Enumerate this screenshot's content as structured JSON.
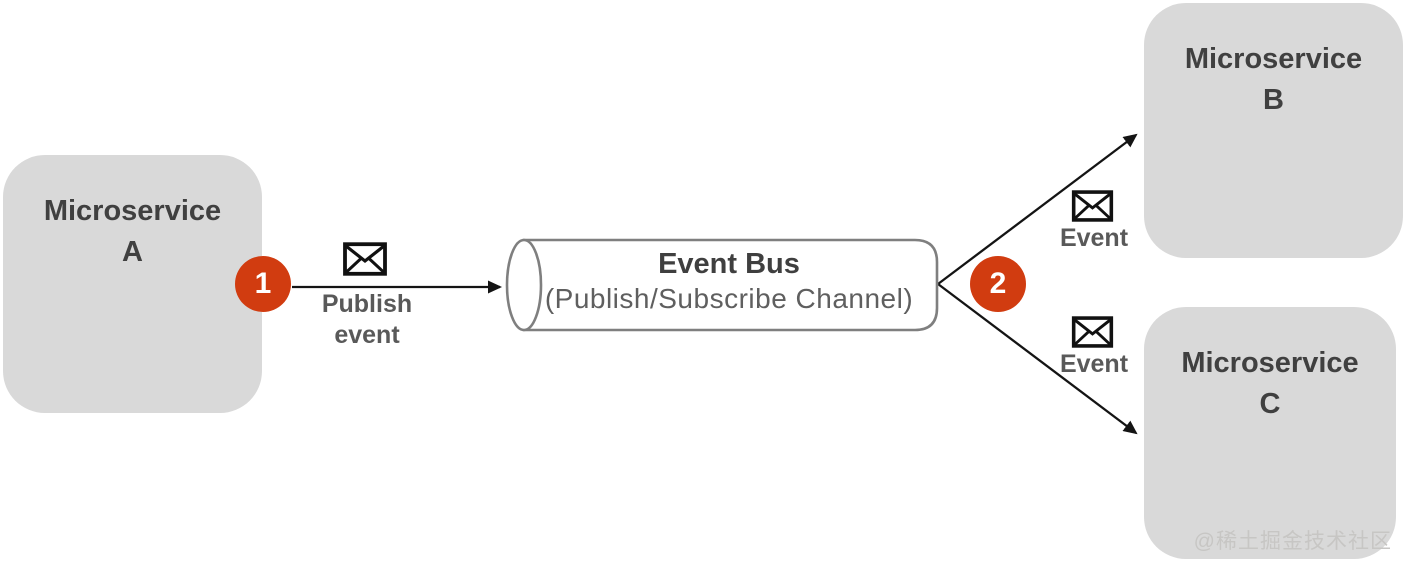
{
  "diagram": {
    "nodes": {
      "a": {
        "line1": "Microservice",
        "line2": "A"
      },
      "b": {
        "line1": "Microservice",
        "line2": "B"
      },
      "c": {
        "line1": "Microservice",
        "line2": "C"
      }
    },
    "event_bus": {
      "title": "Event Bus",
      "subtitle": "(Publish/Subscribe Channel)"
    },
    "badges": {
      "step1": "1",
      "step2": "2"
    },
    "edge_labels": {
      "publish_line1": "Publish",
      "publish_line2": "event",
      "event_to_b": "Event",
      "event_to_c": "Event"
    },
    "icons": {
      "message_publish": "envelope-icon",
      "message_to_b": "envelope-icon",
      "message_to_c": "envelope-icon"
    },
    "colors": {
      "node_fill": "#d9d9d9",
      "node_text": "#404040",
      "badge_fill": "#d13c10",
      "badge_text": "#ffffff",
      "cylinder_fill": "#ffffff",
      "cylinder_stroke": "#7f7f7f",
      "bus_title_text": "#3f3f3f",
      "bus_subtitle_text": "#5f5f5f",
      "arrow": "#141414",
      "edge_label_text": "#595959",
      "envelope_stroke": "#111111",
      "watermark_text": "#c7c6c4"
    },
    "watermark": "@稀土掘金技术社区"
  }
}
